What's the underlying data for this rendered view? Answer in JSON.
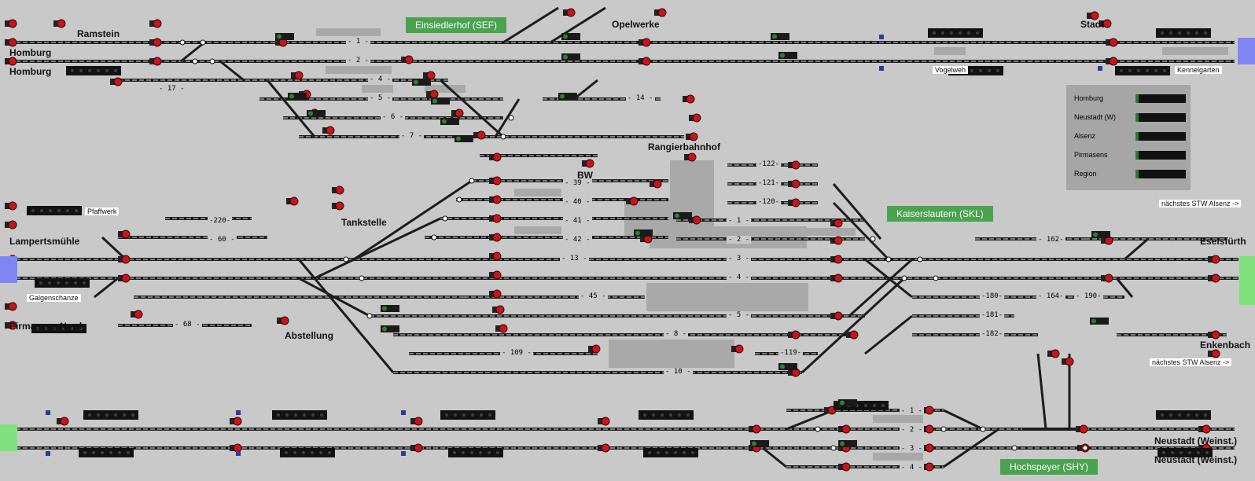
{
  "stations": {
    "ramstein": "Ramstein",
    "homburg_1": "Homburg",
    "homburg_2": "Homburg",
    "einsiedlerhof": "Einsiedlerhof (SEF)",
    "opelwerke": "Opelwerke",
    "stadt": "Stadt",
    "vogelweh": "Vogelweh",
    "kennelgarten": "Kennelgarten",
    "rangierbahnhof": "Rangierbahnhof",
    "bw": "BW",
    "pfaffwerk": "Pfaffwerk",
    "tankstelle": "Tankstelle",
    "lampertsmuehle": "Lampertsmühle",
    "kaiserslautern": "Kaiserslautern (SKL)",
    "naechstes_alsenz_1": "nächstes STW Alsenz ->",
    "eselsfurth": "Eselsfürth",
    "galgenschanze": "Galgenschanze",
    "pirmasens_nord": "Pirmasens Nord",
    "abstellung": "Abstellung",
    "enkenbach": "Enkenbach",
    "naechstes_alsenz_2": "nächstes STW Alsenz ->",
    "neustadt_1": "Neustadt (Weinst.)",
    "neustadt_2": "Neustadt (Weinst.)",
    "hochspeyer": "Hochspeyer (SHY)"
  },
  "panel": {
    "rows": [
      "Homburg",
      "Neustadt (W)",
      "Alsenz",
      "Pirmasens",
      "Region"
    ]
  },
  "tracks": {
    "t1": "- 1 -",
    "t2": "- 2 -",
    "t4": "- 4 -",
    "t5": "- 5 -",
    "t6": "- 6 -",
    "t7": "- 7 -",
    "t14": "- 14 -",
    "t17": "- 17 -",
    "t39": "- 39 -",
    "t40": "- 40 -",
    "t41": "- 41 -",
    "t42": "- 42 -",
    "t122": "-122-",
    "t121": "-121-",
    "t120": "-120-",
    "s1": "- 1 -",
    "s2": "- 2 -",
    "s3": "- 3 -",
    "s4": "- 4 -",
    "s5": "- 5 -",
    "s8": "- 8 -",
    "s10": "- 10 -",
    "s13": "- 13 -",
    "s45": "- 45 -",
    "s109": "- 109 -",
    "s119": "-119-",
    "s220": "-220-",
    "s60": "- 60 -",
    "s68": "- 68 -",
    "s162": "- 162-",
    "s164": "- 164-",
    "s180": "-180-",
    "s181": "-181-",
    "s182": "-182-",
    "s190": "- 190-",
    "h1": "- 1 -",
    "h2": "- 2 -",
    "h3": "- 3 -",
    "h4": "- 4 -"
  }
}
